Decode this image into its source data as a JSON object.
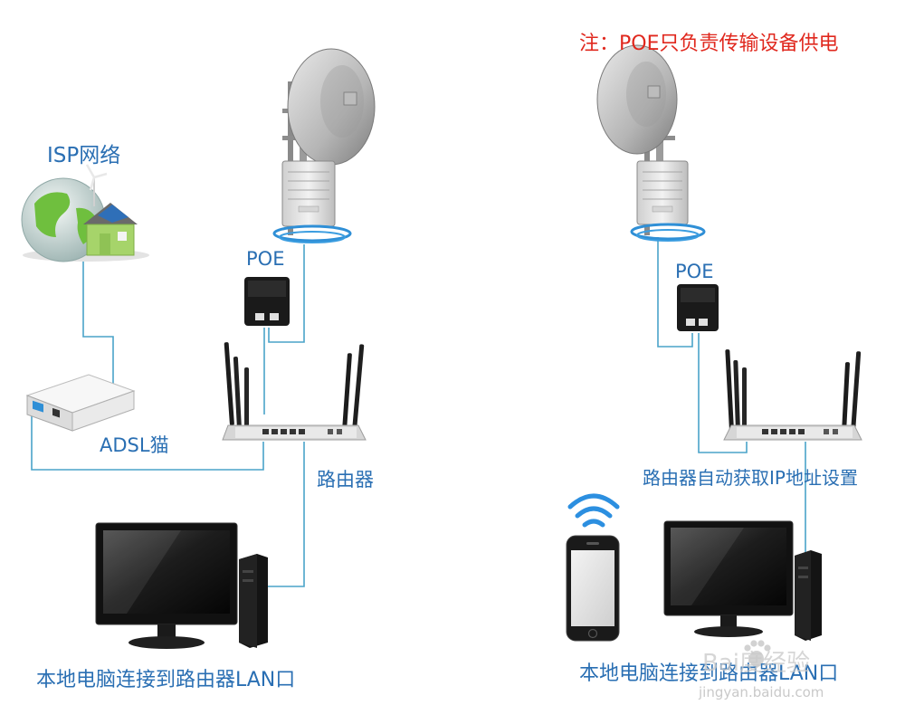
{
  "note": "注：POE只负责传输设备供电",
  "left": {
    "isp_label": "ISP网络",
    "poe_label": "POE",
    "adsl_label": "ADSL猫",
    "router_label": "路由器",
    "pc_label": "本地电脑连接到路由器LAN口"
  },
  "right": {
    "poe_label": "POE",
    "router_label": "路由器自动获取IP地址设置",
    "pc_label": "本地电脑连接到路由器LAN口"
  },
  "watermark": {
    "brand": "Bai度经验",
    "url": "jingyan.baidu.com"
  },
  "colors": {
    "label": "#2a6fb3",
    "note": "#e0281e",
    "line": "#4aa3c9"
  }
}
